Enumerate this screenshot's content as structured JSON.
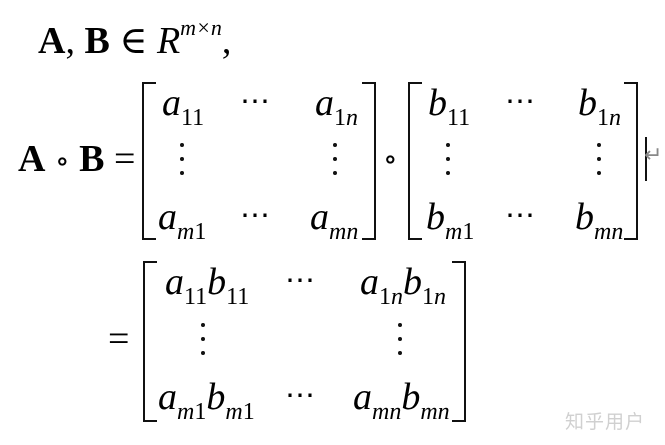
{
  "line1": {
    "A": "A",
    "comma1": ",",
    "B": "B",
    "in": "∈",
    "R": "R",
    "superscript": "m×n",
    "comma2": ","
  },
  "line2": {
    "lhs_A": "A",
    "hadamard": "∘",
    "lhs_B": "B",
    "equals": "=",
    "matrix_a": {
      "top_left": {
        "base": "a",
        "sub": "11"
      },
      "top_right": {
        "base": "a",
        "sub_num": "1",
        "sub_var": "n"
      },
      "bottom_left": {
        "base": "a",
        "sub_var": "m",
        "sub_num": "1"
      },
      "bottom_right": {
        "base": "a",
        "sub_var": "mn"
      },
      "hdots": "⋯"
    },
    "between_op": "∘",
    "matrix_b": {
      "top_left": {
        "base": "b",
        "sub": "11"
      },
      "top_right": {
        "base": "b",
        "sub_num": "1",
        "sub_var": "n"
      },
      "bottom_left": {
        "base": "b",
        "sub_var": "m",
        "sub_num": "1"
      },
      "bottom_right": {
        "base": "b",
        "sub_var": "mn"
      },
      "hdots": "⋯"
    },
    "return_mark": "↵"
  },
  "line3": {
    "equals": "=",
    "matrix_ab": {
      "top_left": {
        "a": "a",
        "a_sub": "11",
        "b": "b",
        "b_sub": "11"
      },
      "top_right": {
        "a": "a",
        "a_sub_num": "1",
        "a_sub_var": "n",
        "b": "b",
        "b_sub_num": "1",
        "b_sub_var": "n"
      },
      "bottom_left": {
        "a": "a",
        "a_sub_var": "m",
        "a_sub_num": "1",
        "b": "b",
        "b_sub_var": "m",
        "b_sub_num": "1"
      },
      "bottom_right": {
        "a": "a",
        "a_sub_var": "mn",
        "b": "b",
        "b_sub_var": "mn"
      },
      "hdots": "⋯"
    }
  },
  "watermark": "知乎用户"
}
